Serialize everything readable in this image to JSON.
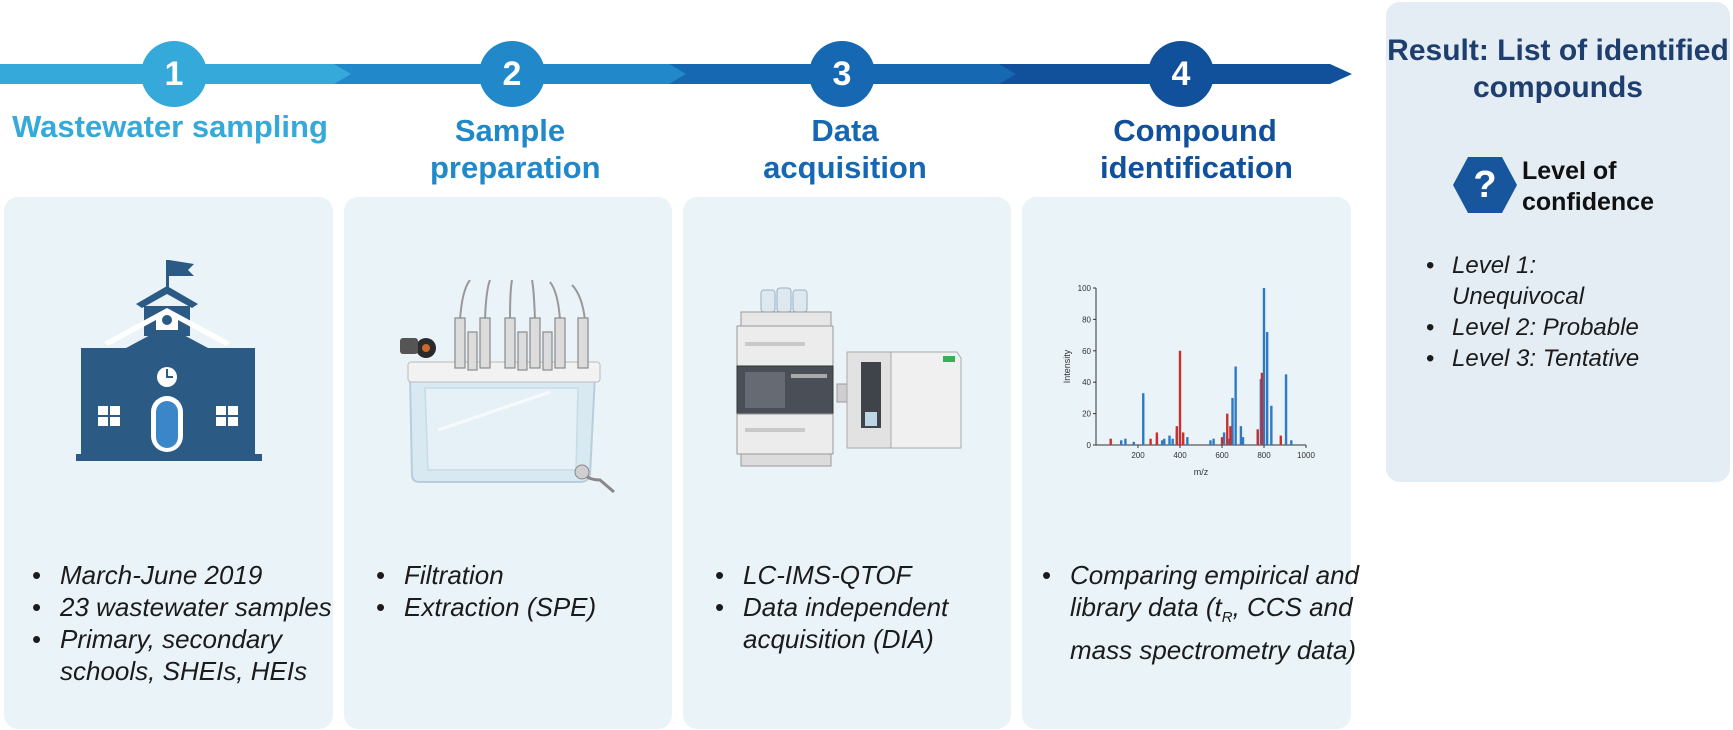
{
  "steps": [
    {
      "number": "1",
      "title": "Wastewater sampling",
      "bullets": [
        "March-June 2019",
        "23 wastewater samples",
        "Primary, secondary schools, SHEIs, HEIs"
      ]
    },
    {
      "number": "2",
      "title": "Sample preparation",
      "bullets": [
        "Filtration",
        "Extraction (SPE)"
      ]
    },
    {
      "number": "3",
      "title": "Data acquisition",
      "bullets": [
        "LC-IMS-QTOF",
        "Data independent acquisition (DIA)"
      ]
    },
    {
      "number": "4",
      "title": "Compound identification",
      "bullets": [
        "Comparing empirical and library data (t",
        "R",
        ", CCS and mass spectrometry data)"
      ]
    }
  ],
  "result": {
    "title": "Result: List of identified compounds",
    "confidence_icon": "question-hexagon-icon",
    "confidence_symbol": "?",
    "confidence_label": "Level of confidence",
    "levels": [
      "Level 1: Unequivocal",
      "Level 2: Probable",
      "Level 3: Tentative"
    ]
  },
  "icons": [
    "school-building-icon",
    "spe-manifold-icon",
    "lc-ms-instrument-icon",
    "mass-spectrum-chart-icon"
  ],
  "colors": {
    "step1": "#35a9d9",
    "step2": "#2189c9",
    "step3": "#1668b3",
    "step4": "#11509b",
    "result_title": "#1e3e6e",
    "card_bg": "#eaf3f8",
    "school": "#2b5a85",
    "spectrum_blue": "#2f79c2",
    "spectrum_red": "#c9302c"
  },
  "chart_data": {
    "type": "bar",
    "xlabel": "m/z",
    "ylabel": "Intensity",
    "xlim": [
      0,
      1000
    ],
    "ylim": [
      0,
      100
    ],
    "xticks": [
      "200",
      "400",
      "600",
      "800",
      "1000"
    ],
    "yticks": [
      "0",
      "20",
      "40",
      "60",
      "80",
      "100"
    ],
    "series": [
      {
        "color": "#2f79c2",
        "points": [
          [
            120,
            3
          ],
          [
            140,
            4
          ],
          [
            180,
            2
          ],
          [
            225,
            33
          ],
          [
            290,
            5
          ],
          [
            315,
            3
          ],
          [
            325,
            4
          ],
          [
            350,
            6
          ],
          [
            365,
            4
          ],
          [
            385,
            9
          ],
          [
            415,
            2
          ],
          [
            435,
            5
          ],
          [
            545,
            3
          ],
          [
            560,
            4
          ],
          [
            610,
            8
          ],
          [
            630,
            4
          ],
          [
            650,
            30
          ],
          [
            665,
            50
          ],
          [
            690,
            12
          ],
          [
            700,
            5
          ],
          [
            770,
            8
          ],
          [
            785,
            42
          ],
          [
            800,
            100
          ],
          [
            815,
            72
          ],
          [
            835,
            25
          ],
          [
            905,
            45
          ],
          [
            930,
            3
          ]
        ]
      },
      {
        "color": "#c9302c",
        "points": [
          [
            70,
            4
          ],
          [
            260,
            4
          ],
          [
            290,
            8
          ],
          [
            385,
            12
          ],
          [
            400,
            60
          ],
          [
            415,
            8
          ],
          [
            600,
            5
          ],
          [
            625,
            20
          ],
          [
            640,
            12
          ],
          [
            770,
            10
          ],
          [
            790,
            46
          ],
          [
            880,
            6
          ]
        ]
      }
    ]
  }
}
